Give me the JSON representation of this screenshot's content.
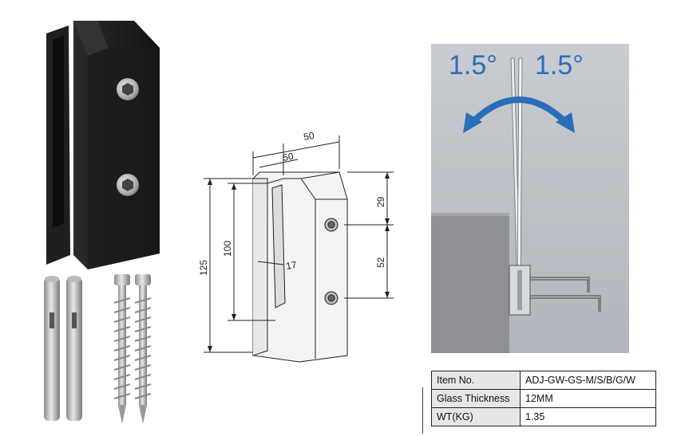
{
  "drawing": {
    "dims": {
      "top_width_outer": "50",
      "top_width_inner": "50",
      "overall_height": "125",
      "glass_depth": "100",
      "hole_top_offset": "29",
      "hole_spacing": "52",
      "slot_width": "17"
    }
  },
  "tilt": {
    "left_angle": "1.5°",
    "right_angle": "1.5°",
    "arrow_color": "#2a6db8"
  },
  "spec_table": {
    "rows": [
      {
        "label": "Item No.",
        "value": "ADJ-GW-GS-M/S/B/G/W"
      },
      {
        "label": "Glass Thickness",
        "value": "12MM"
      },
      {
        "label": "WT(KG)",
        "value": "1.35"
      }
    ]
  },
  "colors": {
    "clamp_black": "#1b1b1b",
    "panel_gray": "#b9bcc2",
    "concrete_gray": "#8e9095"
  }
}
